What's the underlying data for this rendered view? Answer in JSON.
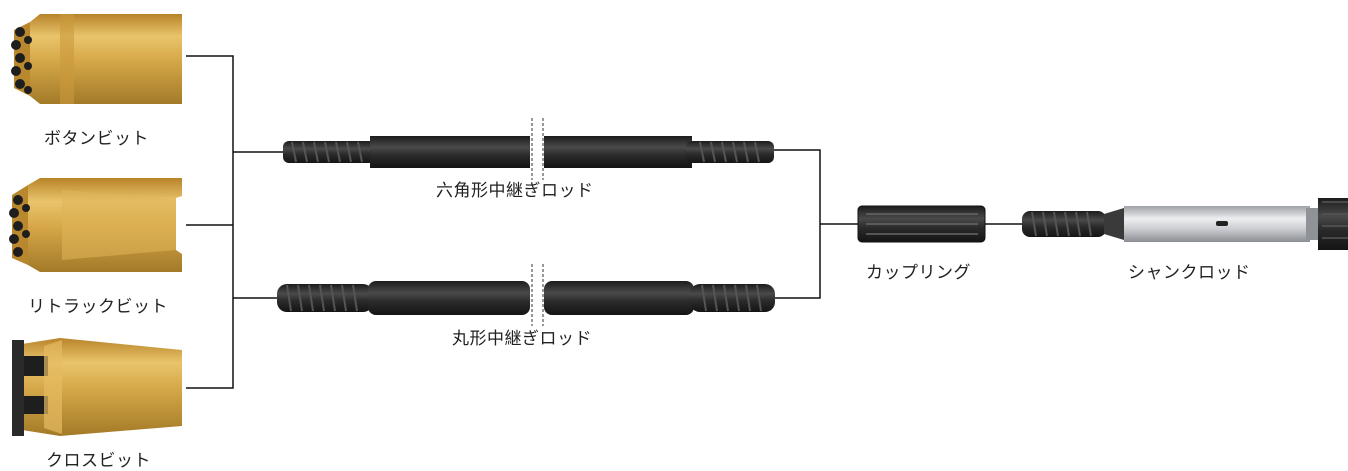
{
  "components": {
    "button_bit": {
      "label": "ボタンビット",
      "icon": "button-bit-icon"
    },
    "retrac_bit": {
      "label": "リトラックビット",
      "icon": "retrac-bit-icon"
    },
    "cross_bit": {
      "label": "クロスビット",
      "icon": "cross-bit-icon"
    },
    "hex_rod": {
      "label": "六角形中継ぎロッド",
      "icon": "hexagonal-extension-rod-icon"
    },
    "round_rod": {
      "label": "丸形中継ぎロッド",
      "icon": "round-extension-rod-icon"
    },
    "coupling": {
      "label": "カップリング",
      "icon": "coupling-sleeve-icon"
    },
    "shank_rod": {
      "label": "シャンクロッド",
      "icon": "shank-adapter-rod-icon"
    }
  },
  "colors": {
    "gold": "#d7a94a",
    "gold_dark": "#a37a28",
    "steel_dark": "#2b2b2b",
    "silver": "#c9cbcf",
    "line": "#111111",
    "text": "#222222"
  }
}
